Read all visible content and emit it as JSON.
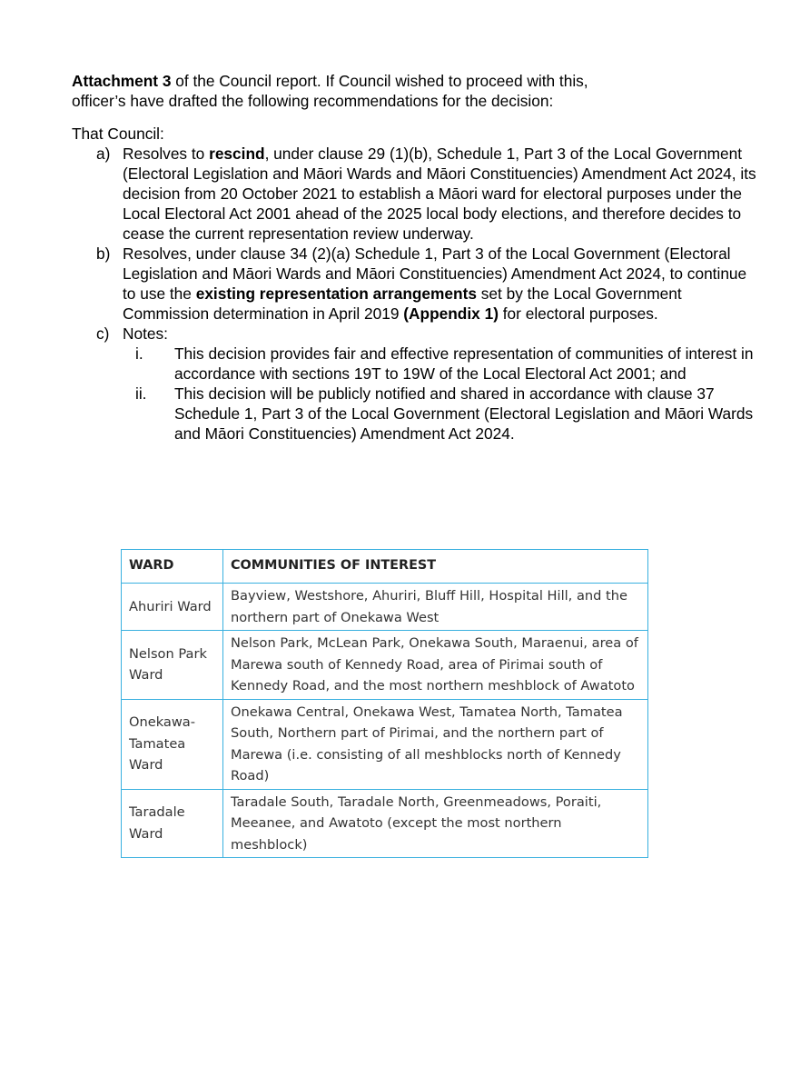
{
  "intro": {
    "bold": "Attachment 3",
    "line1_rest": " of the Council report.  If Council wished to proceed with this,",
    "line2": "officer’s have drafted the following recommendations for the decision:"
  },
  "that_council": "That Council:",
  "items": [
    {
      "label": "a)",
      "pre": "Resolves to ",
      "bold": "rescind",
      "post": ", under clause 29 (1)(b), Schedule 1, Part 3 of the Local Government (Electoral Legislation and Māori Wards and Māori Constituencies) Amendment Act 2024, its decision from 20 October 2021 to establish a Māori ward for electoral purposes under the Local Electoral Act 2001 ahead of the 2025 local body elections, and therefore decides to cease the current representation review underway."
    },
    {
      "label": "b)",
      "pre": "Resolves, under clause 34 (2)(a) Schedule 1, Part 3 of the Local Government (Electoral Legislation and Māori Wards and Māori Constituencies) Amendment Act 2024, to continue to use the ",
      "bold": "existing representation arrangements",
      "mid": " set by the Local Government Commission determination in April 2019 ",
      "bold2": "(Appendix 1)",
      "post": " for electoral purposes."
    },
    {
      "label": "c)",
      "text": "Notes:",
      "notes": [
        {
          "label": "i.",
          "text": "This decision provides fair and effective representation of communities of interest in accordance with sections 19T to 19W of the Local Electoral Act 2001; and"
        },
        {
          "label": "ii.",
          "text": "This decision will be publicly notified and shared in accordance with clause 37 Schedule 1, Part 3 of the Local Government (Electoral Legislation and Māori Wards and Māori Constituencies) Amendment Act 2024."
        }
      ]
    }
  ],
  "table": {
    "headers": [
      "WARD",
      "COMMUNITIES OF INTEREST"
    ],
    "rows": [
      {
        "ward": "Ahuriri Ward",
        "coi": "Bayview, Westshore, Ahuriri, Bluff Hill, Hospital Hill, and the northern part of Onekawa West"
      },
      {
        "ward": "Nelson Park Ward",
        "coi": "Nelson Park, McLean Park, Onekawa South, Maraenui, area of Marewa south of Kennedy Road, area of Pirimai south of Kennedy Road, and the most northern meshblock of Awatoto"
      },
      {
        "ward": "Onekawa-Tamatea Ward",
        "coi": "Onekawa Central, Onekawa West, Tamatea North, Tamatea South, Northern part of Pirimai, and the northern part of Marewa (i.e. consisting of all meshblocks north of Kennedy Road)"
      },
      {
        "ward": "Taradale Ward",
        "coi": "Taradale South, Taradale North, Greenmeadows, Poraiti, Meeanee, and Awatoto (except the most northern meshblock)"
      }
    ]
  }
}
